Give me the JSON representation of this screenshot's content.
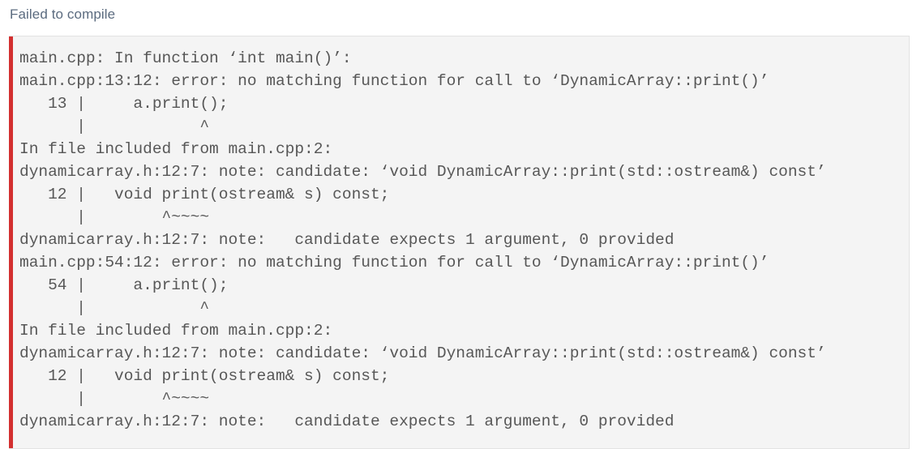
{
  "header": {
    "title": "Failed to compile"
  },
  "colors": {
    "accent_bar": "#d32f2f",
    "panel_background": "#f4f4f4",
    "panel_border": "#e3e3e3",
    "title_text": "#5b6b7f",
    "log_text": "#575757",
    "page_background": "#ffffff"
  },
  "compiler_output": {
    "language": "cpp",
    "status": "Failed to compile",
    "lines": [
      "main.cpp: In function ‘int main()’:",
      "main.cpp:13:12: error: no matching function for call to ‘DynamicArray::print()’",
      "   13 |     a.print();",
      "      |            ^",
      "In file included from main.cpp:2:",
      "dynamicarray.h:12:7: note: candidate: ‘void DynamicArray::print(std::ostream&) const’",
      "   12 |   void print(ostream& s) const;",
      "      |        ^~~~~",
      "dynamicarray.h:12:7: note:   candidate expects 1 argument, 0 provided",
      "main.cpp:54:12: error: no matching function for call to ‘DynamicArray::print()’",
      "   54 |     a.print();",
      "      |            ^",
      "In file included from main.cpp:2:",
      "dynamicarray.h:12:7: note: candidate: ‘void DynamicArray::print(std::ostream&) const’",
      "   12 |   void print(ostream& s) const;",
      "      |        ^~~~~",
      "dynamicarray.h:12:7: note:   candidate expects 1 argument, 0 provided"
    ]
  }
}
